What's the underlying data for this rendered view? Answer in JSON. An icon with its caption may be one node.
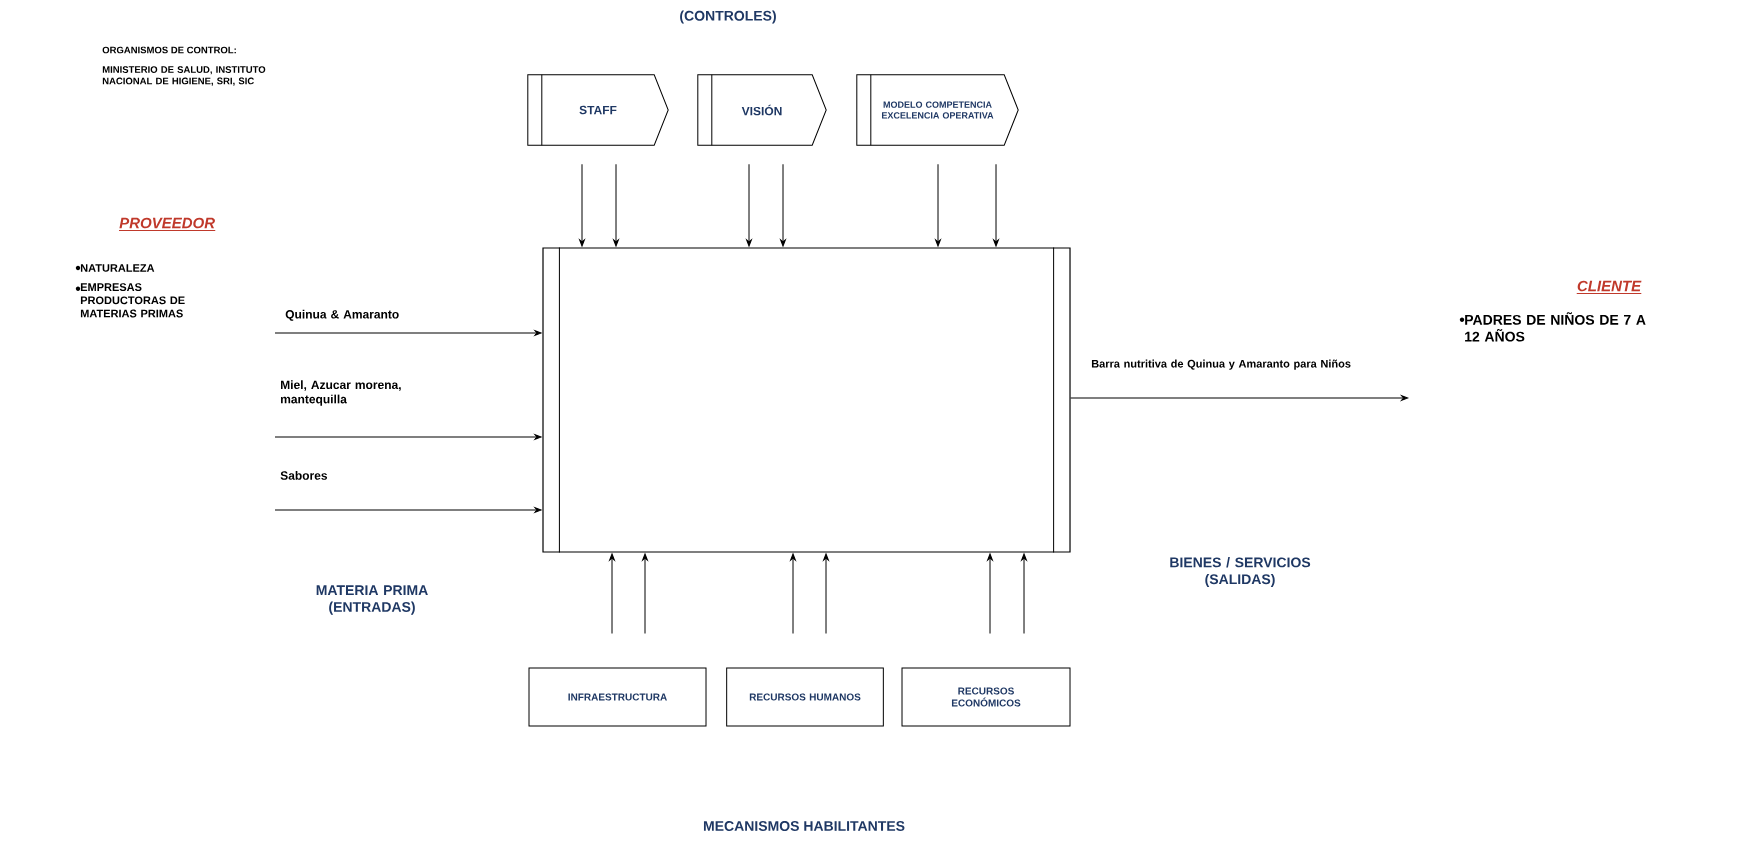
{
  "diagram": {
    "nodes": [
      {
        "text": [
          "STAFF"
        ]
      },
      {
        "text": [
          "VISIÓN"
        ]
      },
      {
        "text": [
          "MODELO COMPETENCIA EXCELENCIA OPERATIVA"
        ]
      },
      {
        "text": [],
        "shape": "box"
      },
      {
        "text": [
          "INFRAESTRUCTURA"
        ]
      },
      {
        "text": [
          "RECURSOS HUMANOS"
        ]
      },
      {
        "text": [
          "RECURSOS ECONÓMICOS"
        ]
      }
    ],
    "edges": [
      {
        "from": null,
        "to": 3,
        "arrow": "to",
        "label": "Quinua & Amaranto"
      },
      {
        "from": null,
        "to": 3,
        "arrow": "to",
        "label": "Miel, Azucar morena, mantequilla"
      },
      {
        "from": null,
        "to": 3,
        "arrow": "to",
        "label": "Sabores"
      },
      {
        "from": 3,
        "to": null,
        "arrow": "to",
        "label": "Barra nutritiva de Quinua y Amaranto para Niños"
      },
      {
        "from": 0,
        "to": 3,
        "arrow": "to"
      },
      {
        "from": 0,
        "to": 3,
        "arrow": "to"
      },
      {
        "from": 1,
        "to": 3,
        "arrow": "to"
      },
      {
        "from": 1,
        "to": 3,
        "arrow": "to"
      },
      {
        "from": 2,
        "to": 3,
        "arrow": "to"
      },
      {
        "from": 2,
        "to": 3,
        "arrow": "to"
      },
      {
        "from": 4,
        "to": 3,
        "arrow": "to"
      },
      {
        "from": 4,
        "to": 3,
        "arrow": "to"
      },
      {
        "from": 5,
        "to": 3,
        "arrow": "to"
      },
      {
        "from": 5,
        "to": 3,
        "arrow": "to"
      },
      {
        "from": 6,
        "to": 3,
        "arrow": "to"
      },
      {
        "from": 6,
        "to": 3,
        "arrow": "to"
      }
    ],
    "labels": [
      "(CONTROLES)",
      "ORGANISMOS DE CONTROL:",
      "MINISTERIO DE SALUD, INSTITUTO NACIONAL DE HIGIENE, SRI, SIC",
      "PROVEEDOR",
      "NATURALEZA",
      "EMPRESAS PRODUCTORAS DE MATERIAS PRIMAS",
      "CLIENTE",
      "PADRES DE NIÑOS DE 7 A 12 AÑOS",
      "MATERIA PRIMA (ENTRADAS)",
      "BIENES / SERVICIOS (SALIDAS)",
      "MECANISMOS HABILITANTES"
    ]
  }
}
